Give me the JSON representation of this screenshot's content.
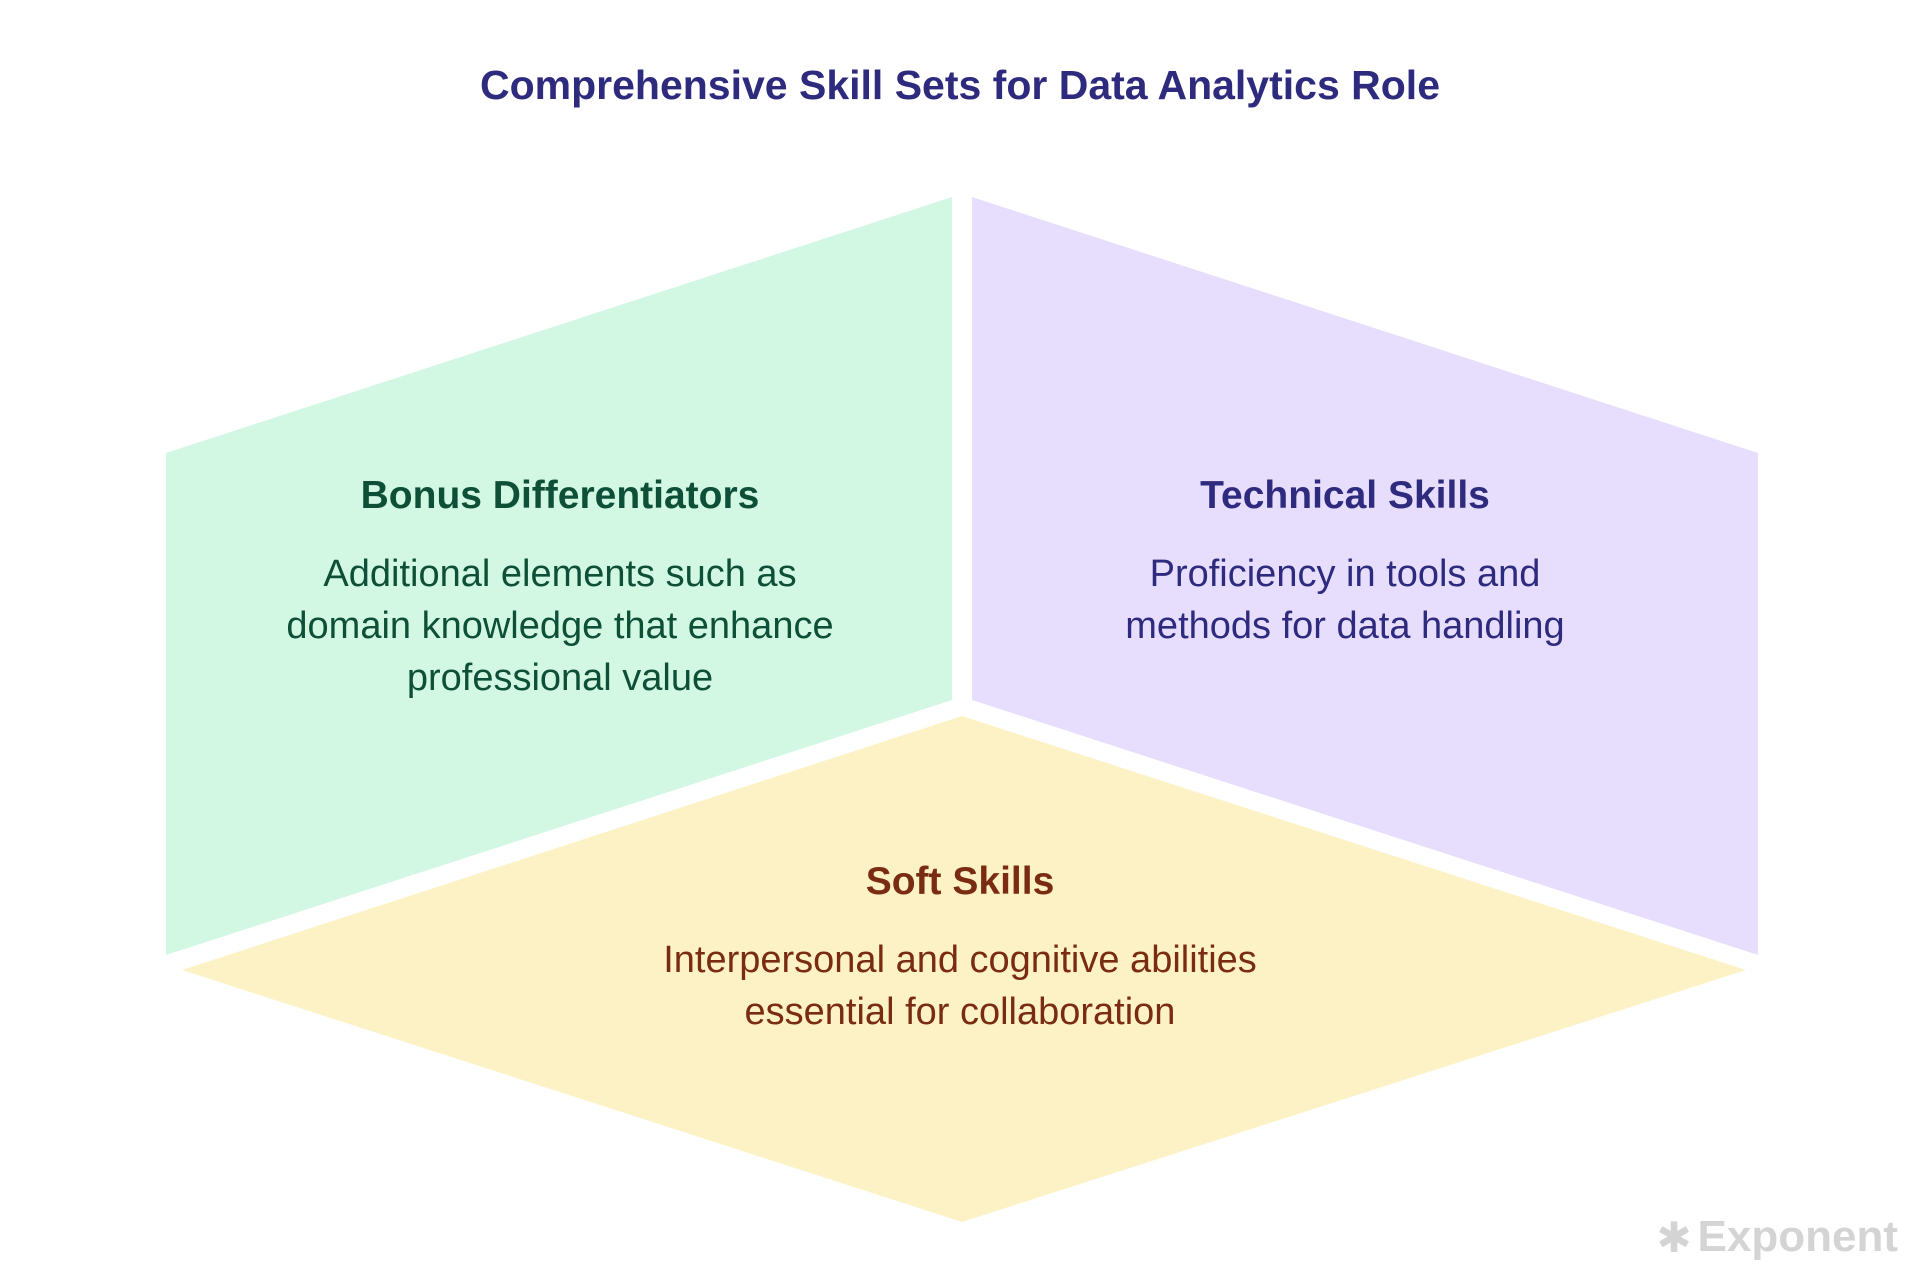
{
  "title": "Comprehensive Skill Sets for Data Analytics Role",
  "blocks": {
    "bonus": {
      "heading": "Bonus Differentiators",
      "lines": [
        "Additional elements such as",
        "domain knowledge that enhance",
        "professional value"
      ],
      "fill": "#d2f8e4",
      "text_color": "#0e4f37"
    },
    "technical": {
      "heading": "Technical Skills",
      "lines": [
        "Proficiency in tools and",
        "methods for data handling"
      ],
      "fill": "#e7defd",
      "text_color": "#2e2a7e"
    },
    "soft": {
      "heading": "Soft Skills",
      "lines": [
        "Interpersonal and cognitive abilities",
        "essential for collaboration"
      ],
      "fill": "#fdf2c6",
      "text_color": "#7a2c13"
    }
  },
  "logo": {
    "icon": "asterisk-icon",
    "text": "Exponent"
  }
}
